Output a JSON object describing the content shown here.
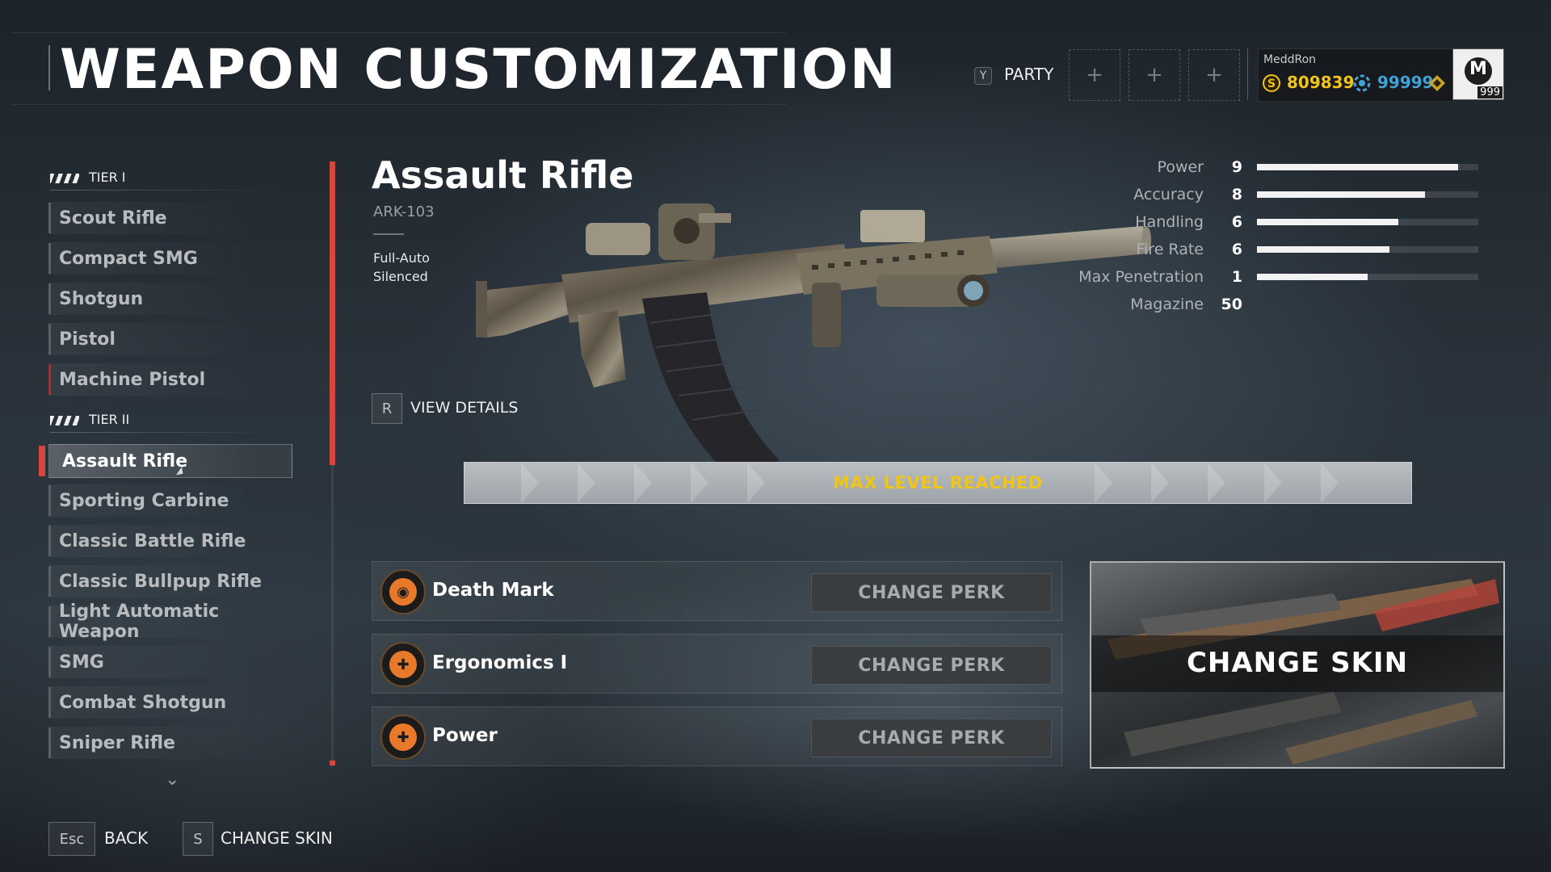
{
  "header": {
    "title": "WEAPON CUSTOMIZATION",
    "party_key": "Y",
    "party_label": "PARTY",
    "slot_symbol": "+",
    "player_name": "MeddRon",
    "credits": "809839",
    "premium": "99999",
    "avatar_letter": "M",
    "avatar_level": "999"
  },
  "sidebar": {
    "tier1": "TIER I",
    "tier1_items": [
      "Scout Rifle",
      "Compact SMG",
      "Shotgun",
      "Pistol",
      "Machine Pistol"
    ],
    "tier2": "TIER II",
    "tier2_items": [
      "Assault Rifle",
      "Sporting Carbine",
      "Classic Battle Rifle",
      "Classic Bullpup Rifle",
      "Light Automatic Weapon",
      "SMG",
      "Combat Shotgun",
      "Sniper Rifle"
    ],
    "selected": "Assault Rifle"
  },
  "weapon": {
    "name": "Assault Rifle",
    "model": "ARK-103",
    "tag1": "Full-Auto",
    "tag2": "Silenced",
    "view_key": "R",
    "view_label": "VIEW DETAILS"
  },
  "stats": [
    {
      "label": "Power",
      "value": "9",
      "fill": 0.91
    },
    {
      "label": "Accuracy",
      "value": "8",
      "fill": 0.76
    },
    {
      "label": "Handling",
      "value": "6",
      "fill": 0.64
    },
    {
      "label": "Fire Rate",
      "value": "6",
      "fill": 0.6
    },
    {
      "label": "Max Penetration",
      "value": "1",
      "fill": 0.5
    },
    {
      "label": "Magazine",
      "value": "50"
    }
  ],
  "level": {
    "text": "MAX LEVEL REACHED"
  },
  "perks": [
    {
      "name": "Death Mark",
      "button": "CHANGE PERK"
    },
    {
      "name": "Ergonomics I",
      "button": "CHANGE PERK"
    },
    {
      "name": "Power",
      "button": "CHANGE PERK"
    }
  ],
  "skin_card": {
    "label": "CHANGE SKIN"
  },
  "footer": {
    "back_key": "Esc",
    "back_label": "BACK",
    "skin_key": "S",
    "skin_label": "CHANGE SKIN"
  },
  "colors": {
    "accent_red": "#d4483e",
    "gold": "#f0c419",
    "currency_blue": "#3fa3d8",
    "perk_orange": "#e8792a"
  }
}
